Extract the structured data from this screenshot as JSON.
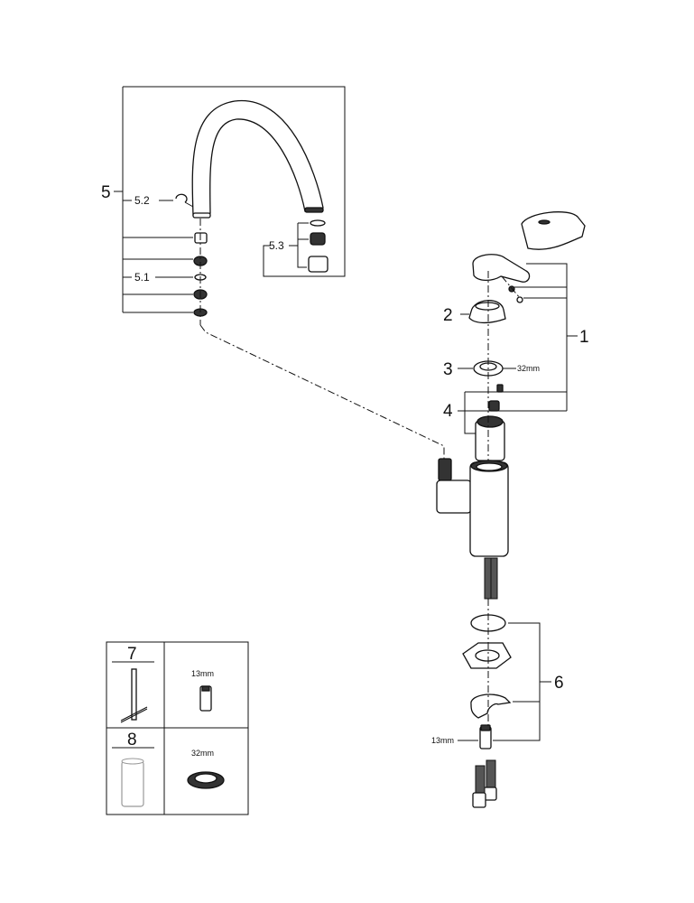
{
  "diagram": {
    "type": "exploded-parts-view",
    "subject": "single-lever kitchen faucet",
    "callouts": {
      "c1": "1",
      "c2": "2",
      "c3": "3",
      "c4": "4",
      "c5": "5",
      "c51": "5.1",
      "c52": "5.2",
      "c53": "5.3",
      "c6": "6",
      "c7": "7",
      "c8": "8"
    },
    "dimensions": {
      "nut_32": "32mm",
      "fitting_13": "13mm",
      "tool_13": "13mm",
      "tool_32": "32mm"
    },
    "tools_table": {
      "rows": [
        {
          "id": "7",
          "size": "13mm"
        },
        {
          "id": "8",
          "size": "32mm"
        }
      ]
    }
  }
}
